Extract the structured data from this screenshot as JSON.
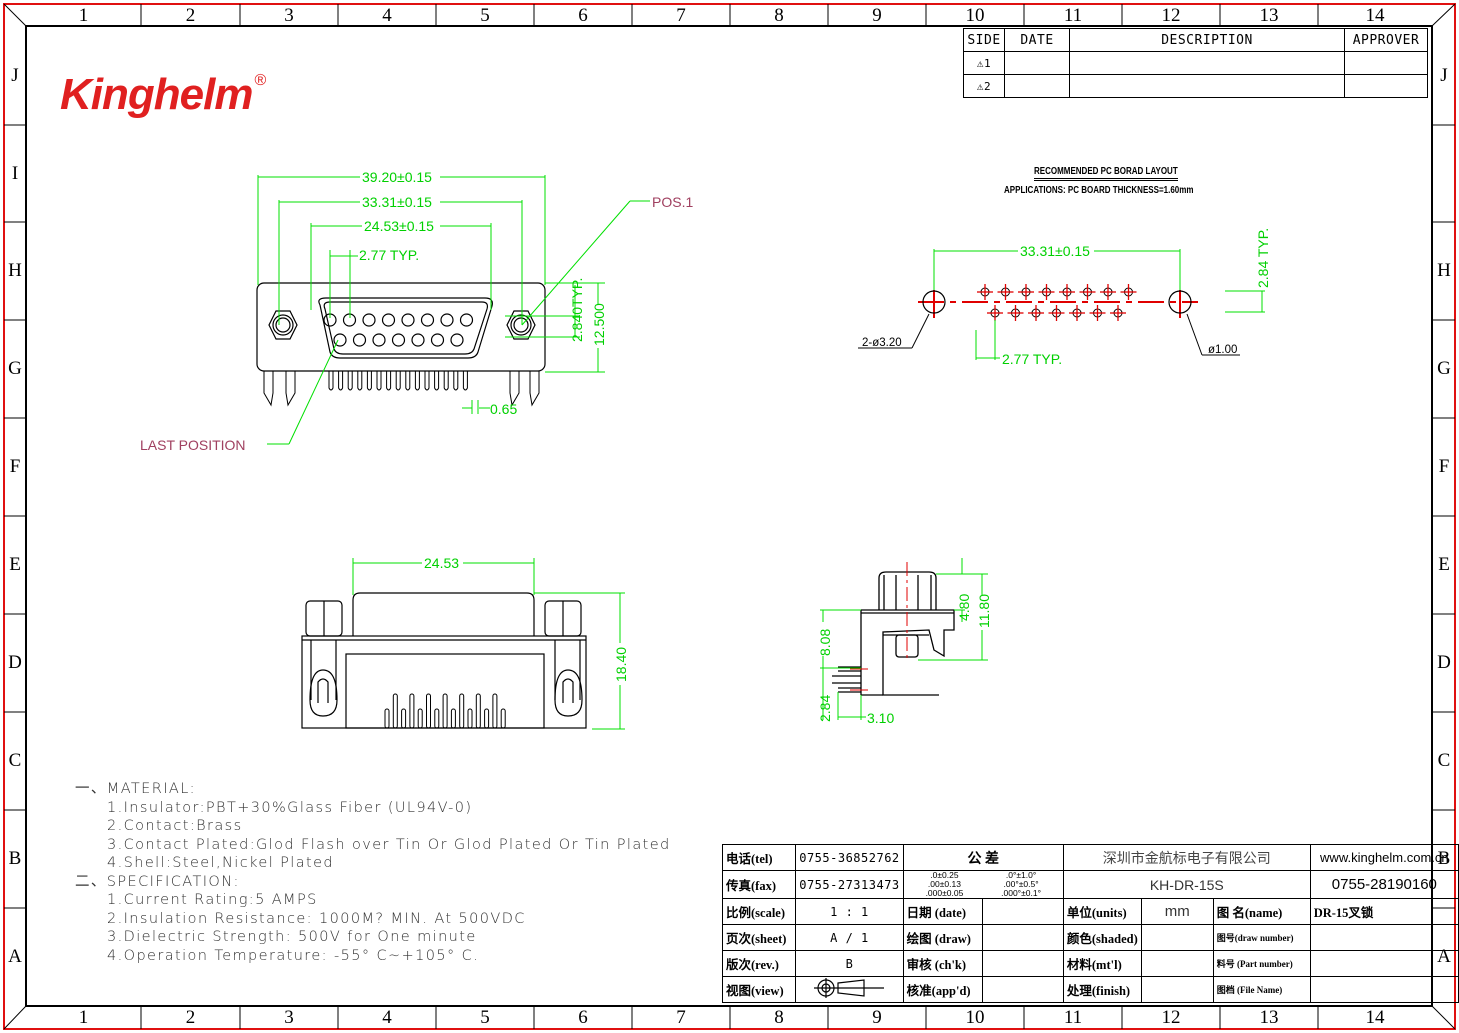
{
  "frame": {
    "top_zones": [
      "1",
      "2",
      "3",
      "4",
      "5",
      "6",
      "7",
      "8",
      "9",
      "10",
      "11",
      "12",
      "13",
      "14"
    ],
    "bottom_zones": [
      "1",
      "2",
      "3",
      "4",
      "5",
      "6",
      "7",
      "8",
      "9",
      "10",
      "11",
      "12",
      "13",
      "14"
    ],
    "left_zones": [
      "J",
      "I",
      "H",
      "G",
      "F",
      "E",
      "D",
      "C",
      "B",
      "A"
    ],
    "right_zones": [
      "J",
      "",
      "H",
      "G",
      "F",
      "E",
      "D",
      "C",
      "B",
      "A"
    ],
    "border_color": "#e01010"
  },
  "logo": {
    "text": "Kinghelm",
    "mark": "®",
    "color": "#e02020"
  },
  "revision_table": {
    "headers": [
      "SIDE",
      "DATE",
      "DESCRIPTION",
      "APPROVER"
    ],
    "rows": [
      {
        "side": "⚠1",
        "date": "",
        "description": "",
        "approver": ""
      },
      {
        "side": "⚠2",
        "date": "",
        "description": "",
        "approver": ""
      }
    ]
  },
  "top_view": {
    "dim_overall": "39.20±0.15",
    "dim_mount": "33.31±0.15",
    "dim_shell": "24.53±0.15",
    "dim_pitch": "2.77  TYP.",
    "dim_row": "2.840TYP.",
    "dim_height": "12.500",
    "dim_pin": "0.65",
    "label_pos1": "POS.1",
    "label_last": "LAST  POSITION",
    "pins_top_row": 8,
    "pins_bottom_row": 7
  },
  "pcb_layout": {
    "title": "RECOMMENDED  PC  BORAD  LAYOUT",
    "subtitle": "APPLICATIONS:  PC  BOARD  THICKNESS=1.60mm",
    "dim_mount": "33.31±0.15",
    "dim_row": "2.84  TYP.",
    "dim_pitch": "2.77  TYP.",
    "mount_hole": "2-ø3.20",
    "pin_hole": "ø1.00"
  },
  "front_view": {
    "dim_width": "24.53",
    "dim_height": "18.40"
  },
  "side_view": {
    "dim_a": "4.80",
    "dim_b": "11.80",
    "dim_c": "8.08",
    "dim_d": "2.84",
    "dim_e": "3.10"
  },
  "notes": {
    "material_heading": "一、MATERIAL:",
    "material": [
      "1.Insulator:PBT+30%Glass  Fiber  (UL94V-0)",
      "2.Contact:Brass",
      "3.Contact  Plated:Glod  Flash  over  Tin  Or  Glod  Plated  Or  Tin  Plated",
      "4.Shell:Steel,Nickel  Plated"
    ],
    "spec_heading": "二、SPECIFICATION:",
    "specification": [
      "1.Current  Rating:5  AMPS",
      "2.Insulation  Resistance:  1000M?  MIN.  At  500VDC",
      "3.Dielectric  Strength:  500V  for  One  minute",
      "4.Operation  Temperature:  -55° C~+105° C."
    ]
  },
  "title_block": {
    "tel_label": "电话(tel)",
    "tel": "0755-36852762",
    "fax_label": "传真(fax)",
    "fax": "0755-27313473",
    "tolerance_label": "公      差",
    "tol_linear": [
      ".0±0.25",
      ".00±0.13",
      ".000±0.05"
    ],
    "tol_angular": [
      ".0°±1.0°",
      ".00°±0.5°",
      ".000°±0.1°"
    ],
    "company": "深圳市金航标电子有限公司",
    "website": "www.kinghelm.com.cn",
    "part_code": "KH-DR-15S",
    "phone2": "0755-28190160",
    "scale_label": "比例(scale)",
    "scale": "1 : 1",
    "sheet_label": "页次(sheet)",
    "sheet": "A / 1",
    "rev_label": "版次(rev.)",
    "rev": "B",
    "view_label": "视图(view)",
    "date_label": "日期 (date)",
    "date": "",
    "draw_label": "绘图 (draw)",
    "draw": "",
    "check_label": "审核 (ch'k)",
    "check": "",
    "approve_label": "核准(app'd)",
    "approve": "",
    "units_label": "单位(units)",
    "units": "mm",
    "shaded_label": "颜色(shaded)",
    "shaded": "",
    "material_label": "材料(mt'l)",
    "material": "",
    "finish_label": "处理(finish)",
    "finish": "",
    "name_label": "图  名(name)",
    "name": "DR-15叉锁",
    "draw_number_label": "图号(draw number)",
    "draw_number": "",
    "part_number_label": "料号 (Part number)",
    "part_number": "",
    "file_name_label": "图档 (File Name)",
    "file_name": ""
  }
}
